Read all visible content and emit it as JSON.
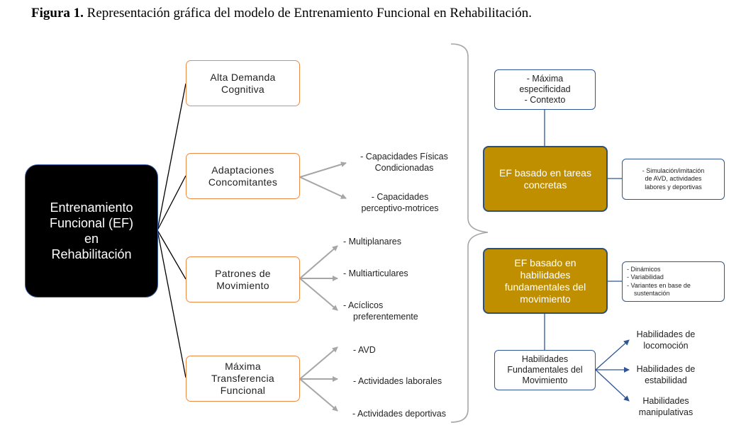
{
  "caption": {
    "bold": "Figura 1.",
    "text": " Representación gráfica del modelo de Entrenamiento Funcional en Rehabilitación."
  },
  "center_box": [
    "Entrenamiento",
    "Funcional (EF)",
    "en",
    "Rehabilitación"
  ],
  "branches": {
    "alta_demanda": [
      "Alta Demanda",
      "Cognitiva"
    ],
    "adaptaciones": [
      "Adaptaciones",
      "Concomitantes"
    ],
    "patrones": [
      "Patrones de",
      "Movimiento"
    ],
    "maxima_transferencia": [
      "Máxima",
      "Transferencia",
      "Funcional"
    ]
  },
  "adaptaciones_items": {
    "fisicas": [
      "- Capacidades Físicas",
      "Condicionadas"
    ],
    "perceptivo": [
      "- Capacidades",
      "perceptivo-motrices"
    ]
  },
  "patrones_items": {
    "multiplanares": "-   Multiplanares",
    "multiarticulares": "-   Multiarticulares",
    "aciclicos": [
      "-   Acíclicos",
      "preferentemente"
    ]
  },
  "transferencia_items": {
    "avd": "-   AVD",
    "laborales": "-   Actividades laborales",
    "deportivas": "- Actividades deportivas"
  },
  "right": {
    "especificidad": [
      "-  Máxima",
      "especificidad",
      "-  Contexto"
    ],
    "tareas": [
      "EF basado en tareas",
      "concretas"
    ],
    "tareas_detail": [
      "-   Simulación/imitación",
      "de AVD, actividades",
      "labores y deportivas"
    ],
    "habilidades_box": [
      "EF basado en",
      "habilidades",
      "fundamentales del",
      "movimiento"
    ],
    "habilidades_detail": [
      "-   Dinámicos",
      "-   Variabilidad",
      "-   Variantes en base de",
      "    sustentación"
    ],
    "fundamentales": [
      "Habilidades",
      "Fundamentales del",
      "Movimiento"
    ],
    "locomocion": [
      "Habilidades de",
      "locomoción"
    ],
    "estabilidad": [
      "Habilidades de",
      "estabilidad"
    ],
    "manipulativas": [
      "Habilidades",
      "manipulativas"
    ]
  },
  "colors": {
    "orange_border": "#ee8a45",
    "gold_fill": "#bf8f00",
    "blue_border": "#2f5597",
    "grey_arrow": "#a6a6a6"
  }
}
